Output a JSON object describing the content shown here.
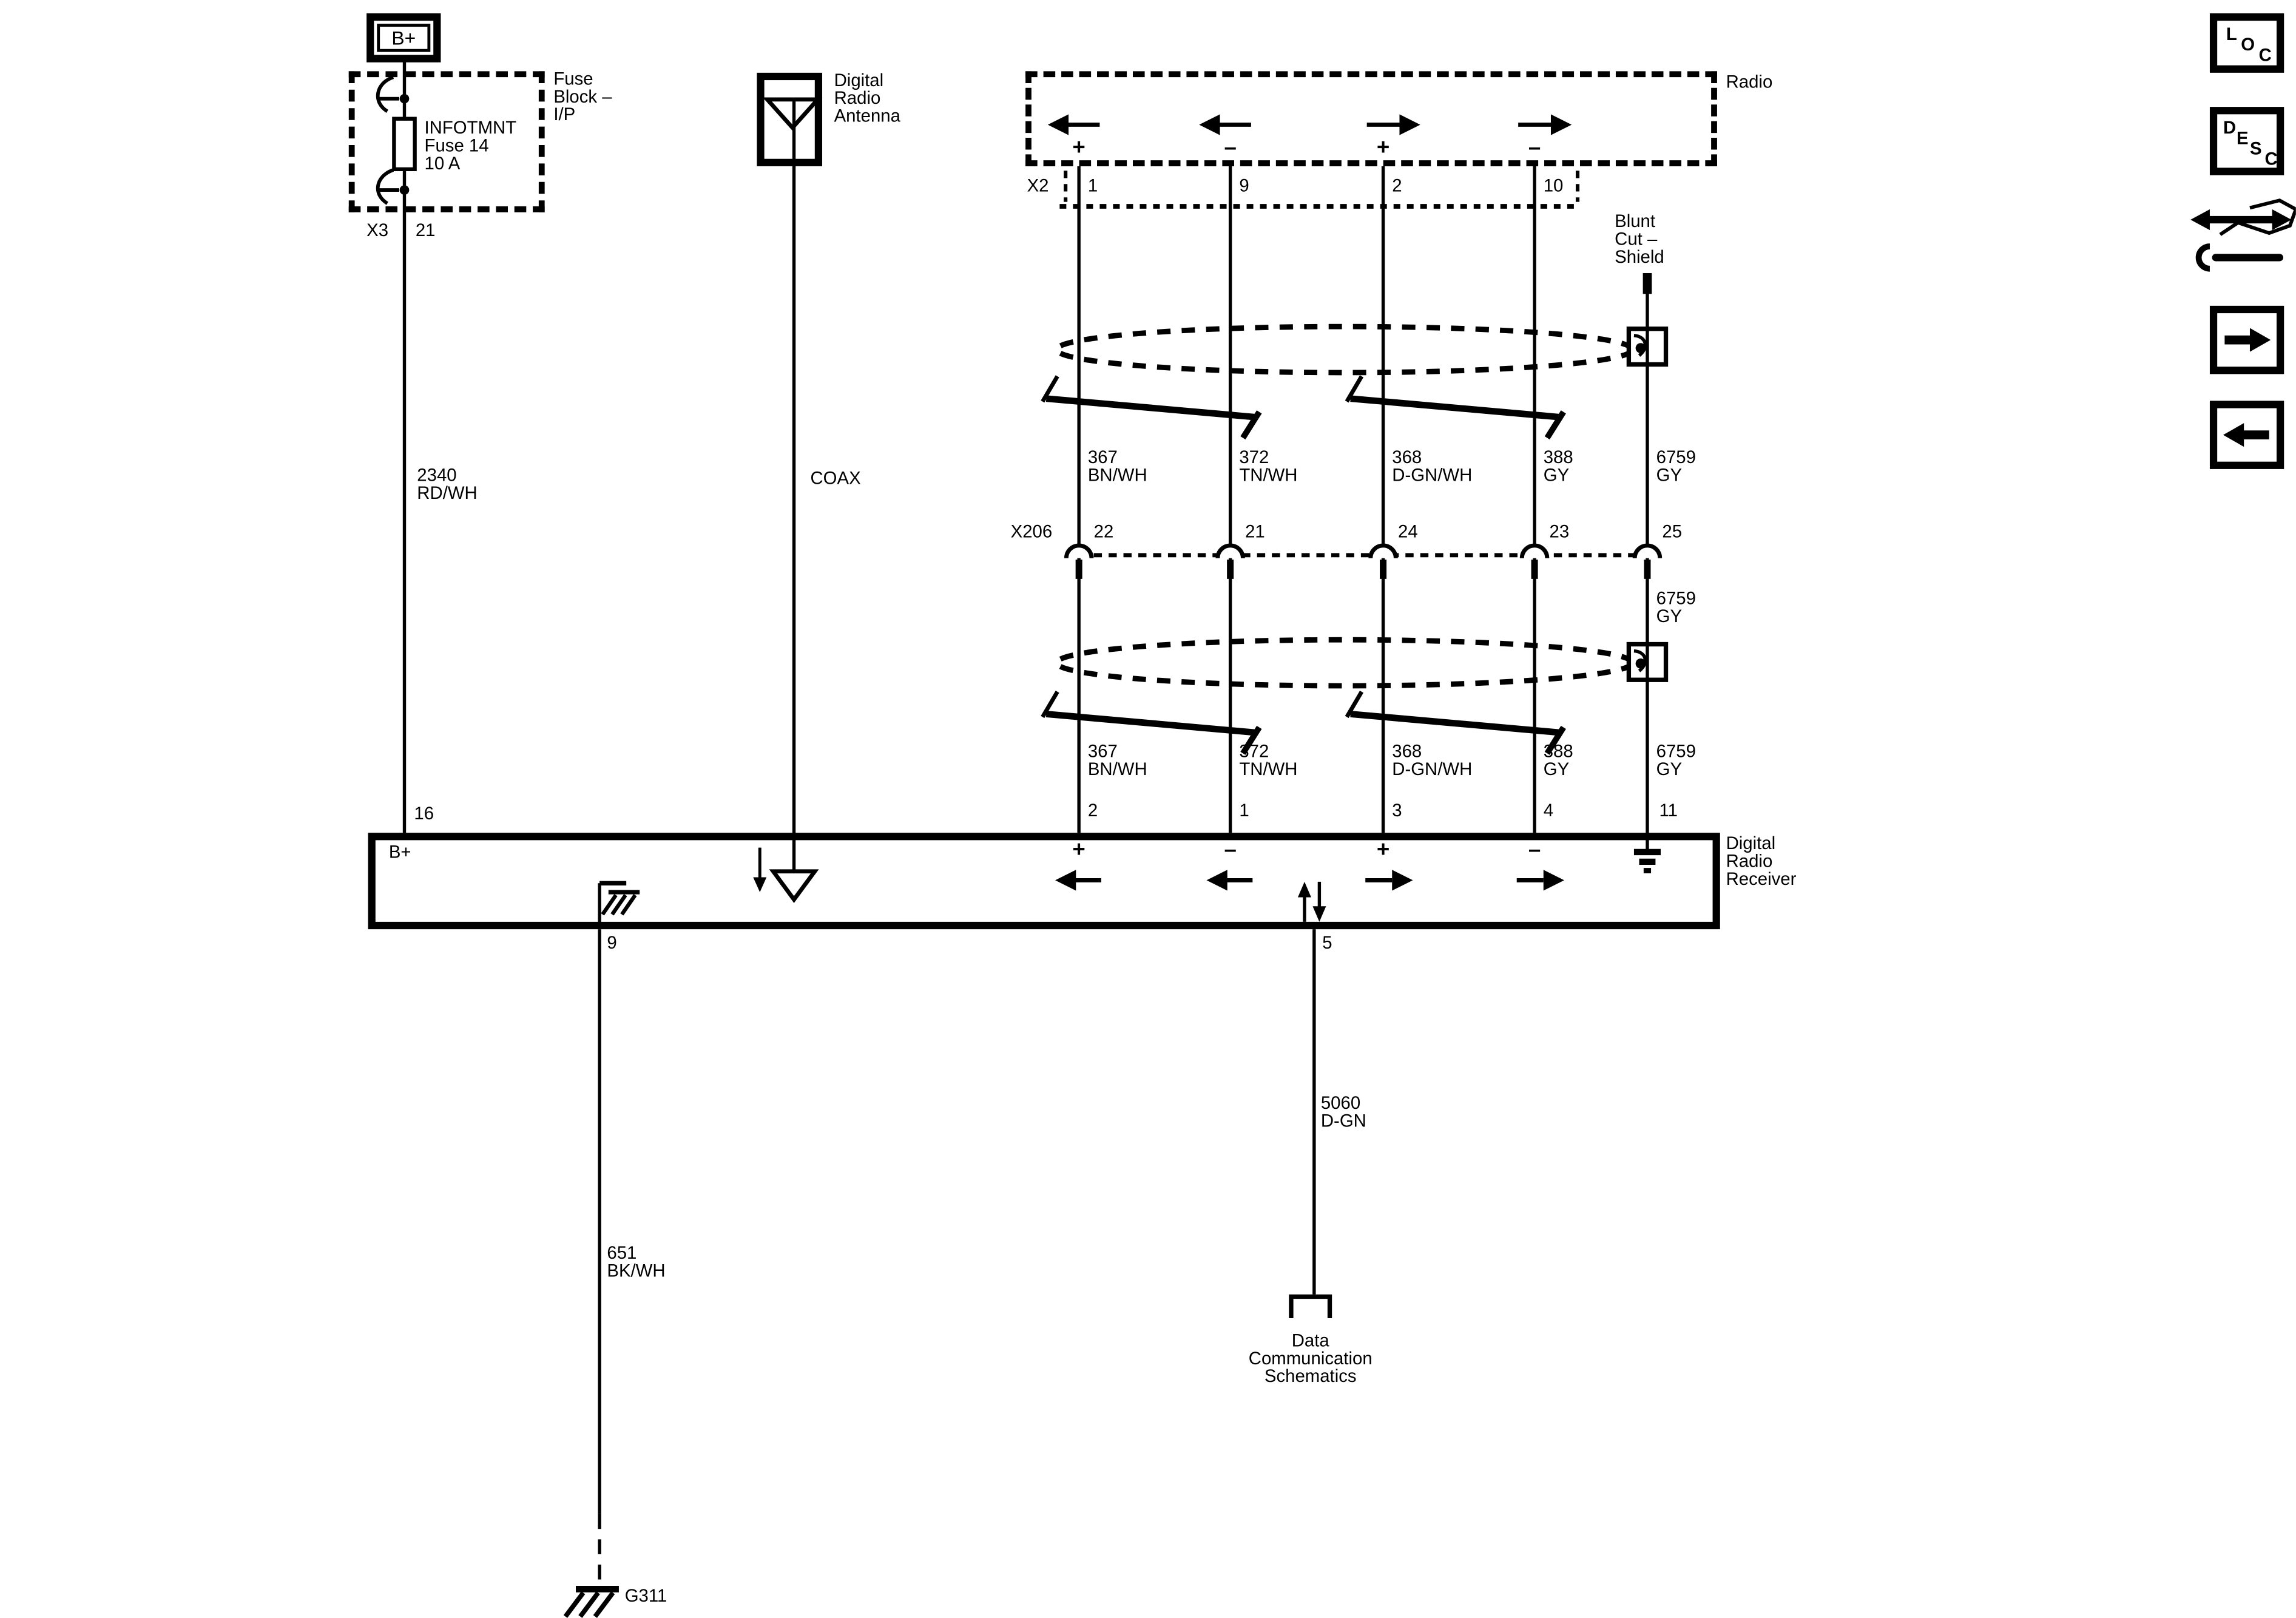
{
  "page": {
    "background": "#ffffff",
    "ink": "#000000"
  },
  "diagram": {
    "power": {
      "source_label": "B+",
      "fuse_block": {
        "label_lines": [
          "Fuse",
          "Block –",
          "I/P"
        ],
        "fuse_lines": [
          "INFOTMNT",
          "Fuse 14",
          "10 A"
        ],
        "connector": "X3",
        "pin": "21"
      }
    },
    "battery_wire": {
      "circuit": "2340",
      "color": "RD/WH",
      "receiver_pin": "16"
    },
    "antenna": {
      "label_lines": [
        "Digital",
        "Radio",
        "Antenna"
      ],
      "cable_label": "COAX"
    },
    "radio": {
      "label": "Radio",
      "connector": "X2",
      "pins": [
        "1",
        "9",
        "2",
        "10"
      ],
      "signs": [
        "+",
        "–",
        "+",
        "–"
      ]
    },
    "blunt_cut": {
      "label_lines": [
        "Blunt",
        "Cut –",
        "Shield"
      ]
    },
    "wires": [
      {
        "circuit": "367",
        "color": "BN/WH"
      },
      {
        "circuit": "372",
        "color": "TN/WH"
      },
      {
        "circuit": "368",
        "color": "D-GN/WH"
      },
      {
        "circuit": "388",
        "color": "GY"
      }
    ],
    "shield_wire": {
      "circuit": "6759",
      "color": "GY"
    },
    "inline_connector": {
      "name": "X206",
      "pins": [
        "22",
        "21",
        "24",
        "23",
        "25"
      ]
    },
    "receiver": {
      "label_lines": [
        "Digital",
        "Radio",
        "Receiver"
      ],
      "b_plus_label": "B+",
      "pins": [
        "2",
        "1",
        "3",
        "4",
        "11"
      ],
      "signs": [
        "+",
        "–",
        "+",
        "–"
      ],
      "ground_pin": "9",
      "data_pin": "5"
    },
    "ground_wire": {
      "circuit": "651",
      "color": "BK/WH",
      "ground_id": "G311"
    },
    "data_wire": {
      "circuit": "5060",
      "color": "D-GN",
      "destination_lines": [
        "Data",
        "Communication",
        "Schematics"
      ]
    }
  },
  "sidebar": {
    "loc_letters": [
      "L",
      "O",
      "C"
    ],
    "desc_letters": [
      "D",
      "E",
      "S",
      "C"
    ],
    "icons": [
      "loc-button",
      "desc-button",
      "wrench-double-arrow-icon",
      "arrow-right-icon",
      "arrow-left-icon"
    ]
  }
}
